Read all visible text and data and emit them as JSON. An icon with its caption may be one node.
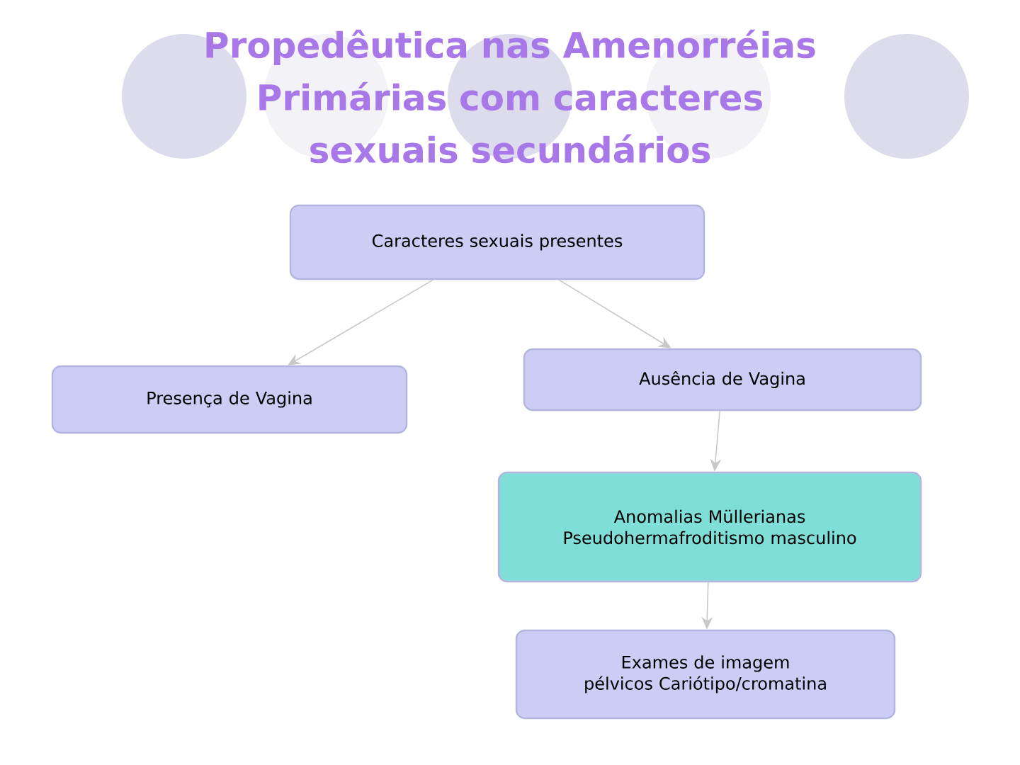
{
  "diagram": {
    "title": "Propedêutica nas Amenorréias Primárias com caracteres sexuais secundários",
    "nodes": [
      {
        "text": [
          "Caracteres sexuais presentes"
        ]
      },
      {
        "text": [
          "Presença de Vagina"
        ]
      },
      {
        "text": [
          "Ausência de Vagina"
        ]
      },
      {
        "text": [
          "Anomalias Müllerianas Pseudohermafroditismo masculino"
        ]
      },
      {
        "text": [
          "Exames de imagem pélvicos Cariótipo/cromatina"
        ]
      }
    ],
    "edges": [
      {
        "from": 0,
        "to": 1,
        "arrow": "to"
      },
      {
        "from": 0,
        "to": 2,
        "arrow": "to"
      },
      {
        "from": 2,
        "to": 3,
        "arrow": "to"
      },
      {
        "from": 3,
        "to": 4,
        "arrow": "to"
      }
    ]
  }
}
